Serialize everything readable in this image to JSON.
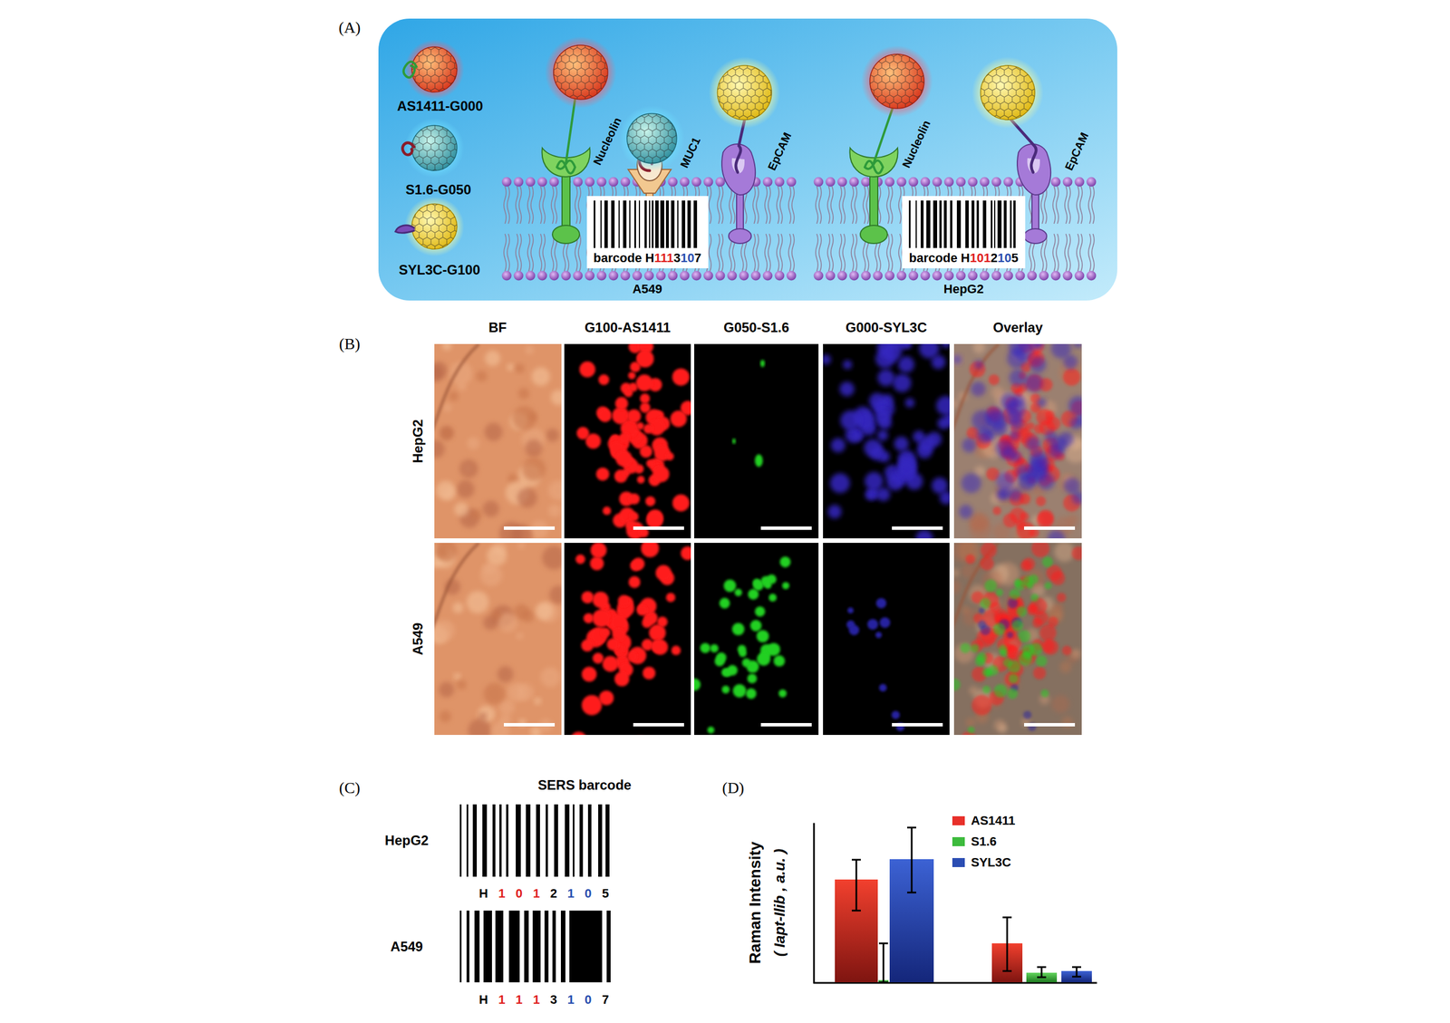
{
  "diagram": {
    "nodes": [
      {
        "text": [
          "barcode H1113107"
        ]
      },
      {
        "text": [
          "barcode H1012105"
        ]
      }
    ],
    "labels": [
      "(A)",
      "AS1411-G000",
      "S1.6-G050",
      "SYL3C-G100",
      "Nucleolin",
      "MUC1",
      "EpCAM",
      "A549",
      "Nucleolin",
      "EpCAM",
      "HepG2",
      "(B)",
      "BF",
      "G100-AS1411",
      "G050-S1.6",
      "G000-SYL3C",
      "Overlay",
      "HepG2",
      "A549",
      "(C)",
      "SERS barcode",
      "HepG2",
      "H 1 0 1 2 1 0 5",
      "A549",
      "H 1 1 1 3 1 0 7",
      "(D)",
      "Raman Intensity",
      "( Iapt-Ilib , a.u. )"
    ],
    "legend": [
      {
        "text": "AS1411",
        "color": "#e8302a"
      },
      {
        "text": "S1.6",
        "color": "#3dbb3d"
      },
      {
        "text": "SYL3C",
        "color": "#2b4db3"
      }
    ]
  }
}
